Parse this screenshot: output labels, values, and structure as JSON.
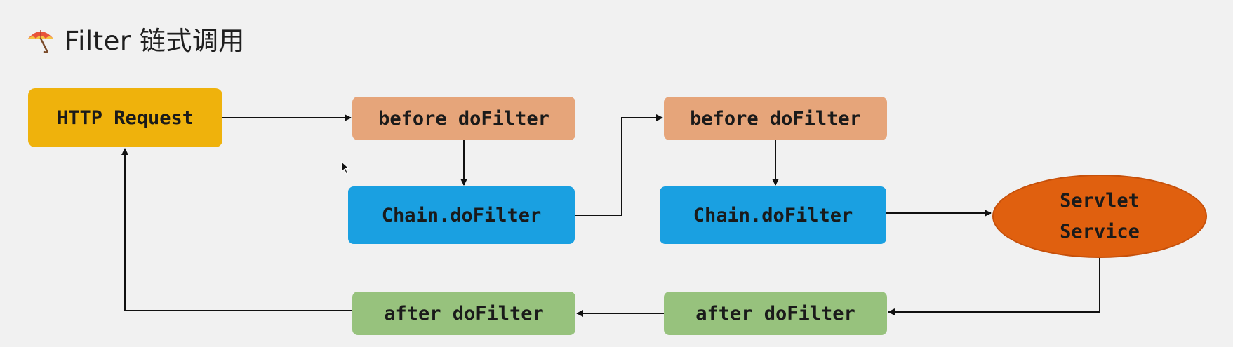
{
  "header": {
    "title": "Filter 链式调用",
    "icon": "umbrella-icon"
  },
  "nodes": {
    "http_request": "HTTP Request",
    "before_1": "before doFilter",
    "chain_1": "Chain.doFilter",
    "before_2": "before doFilter",
    "chain_2": "Chain.doFilter",
    "servlet_line1": "Servlet",
    "servlet_line2": "Service",
    "after_2": "after doFilter",
    "after_1": "after doFilter"
  },
  "colors": {
    "background": "#f1f1f1",
    "request": "#efb20c",
    "before": "#e6a57a",
    "chain": "#1aa0e1",
    "after": "#97c27d",
    "servlet": "#e0600f",
    "arrow": "#111111"
  }
}
